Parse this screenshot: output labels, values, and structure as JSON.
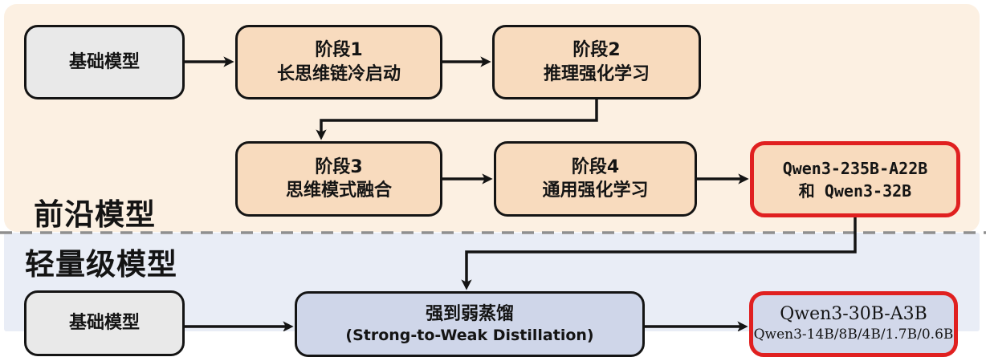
{
  "diagram": {
    "frontier": {
      "section_label": "前沿模型",
      "base_model": "基础模型",
      "stage1": {
        "title": "阶段1",
        "desc": "长思维链冷启动"
      },
      "stage2": {
        "title": "阶段2",
        "desc": "推理强化学习"
      },
      "stage3": {
        "title": "阶段3",
        "desc": "思维模式融合"
      },
      "stage4": {
        "title": "阶段4",
        "desc": "通用强化学习"
      },
      "output": {
        "line1": "Qwen3-235B-A22B",
        "line2": "和 Qwen3-32B"
      }
    },
    "lightweight": {
      "section_label": "轻量级模型",
      "base_model": "基础模型",
      "distillation": {
        "title": "强到弱蒸馏",
        "subtitle": "(Strong-to-Weak Distillation)"
      },
      "output": {
        "line1": "Qwen3-30B-A3B",
        "line2": "Qwen3-14B/8B/4B/1.7B/0.6B"
      }
    },
    "colors": {
      "frontier_panel_bg": "#fcf0e2",
      "lightweight_panel_bg": "#e9edf6",
      "stage_box_fill": "#f8dbbe",
      "base_box_fill": "#e9e9e9",
      "distill_box_fill": "#cfd6e9",
      "highlight_border": "#e02020",
      "connector_line": "#141414",
      "separator_dash": "#8f8f8f"
    }
  }
}
